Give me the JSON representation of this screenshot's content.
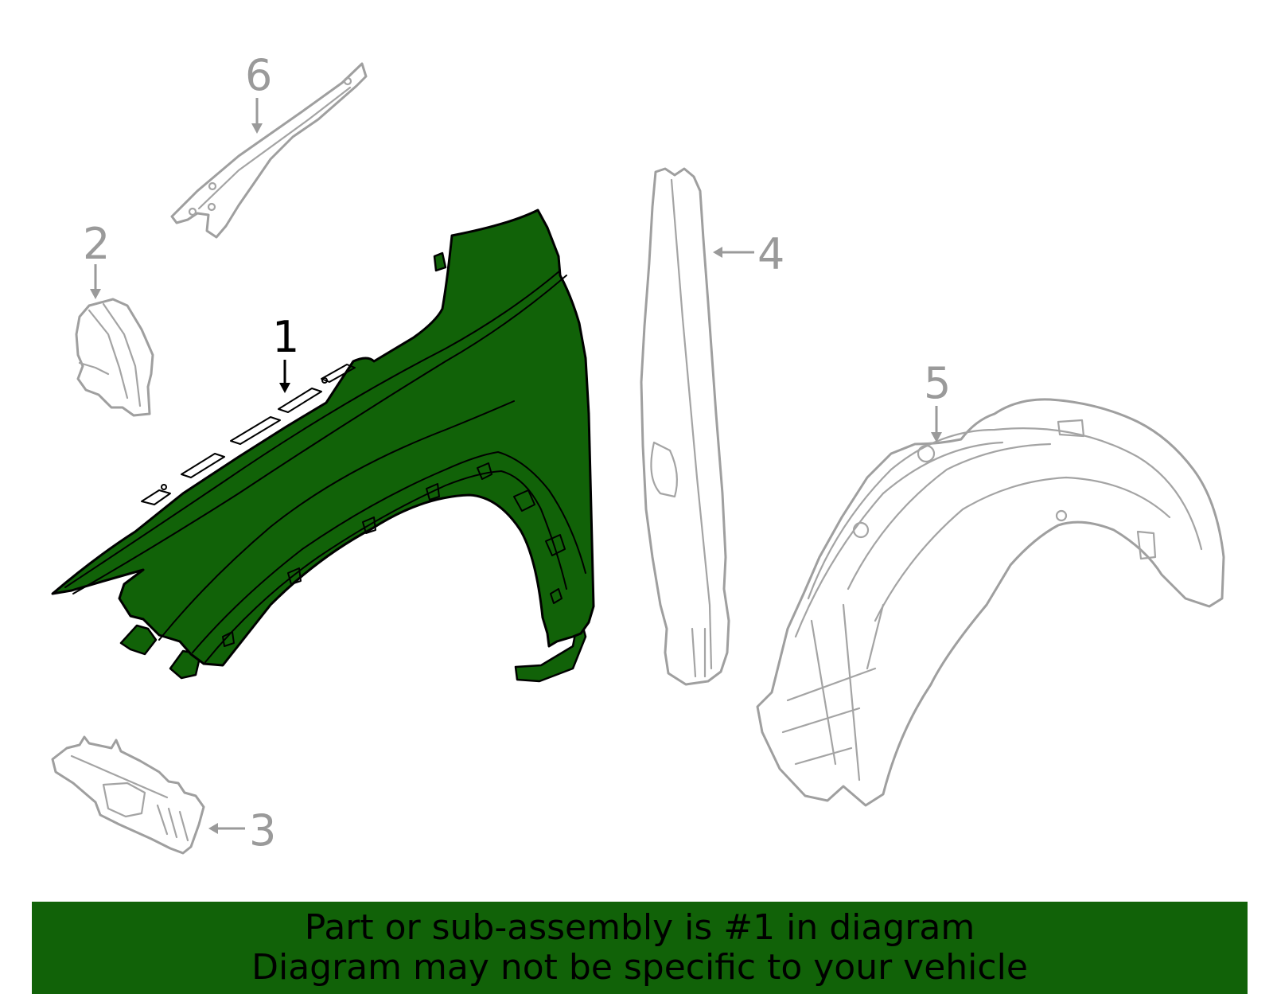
{
  "callouts": {
    "part1": "1",
    "part2": "2",
    "part3": "3",
    "part4": "4",
    "part5": "5",
    "part6": "6"
  },
  "banner": {
    "line1": "Part or sub-assembly is #1 in diagram",
    "line2": "Diagram may not be specific to your vehicle"
  },
  "colors": {
    "highlight": "#116208",
    "other_parts": "#9f9f9f",
    "outline": "#000000"
  },
  "icons": {
    "part1": "fender-panel-icon",
    "part2": "bracket-icon",
    "part3": "bumper-bracket-icon",
    "part4": "seal-strip-icon",
    "part5": "wheel-liner-icon",
    "part6": "support-rail-icon"
  }
}
